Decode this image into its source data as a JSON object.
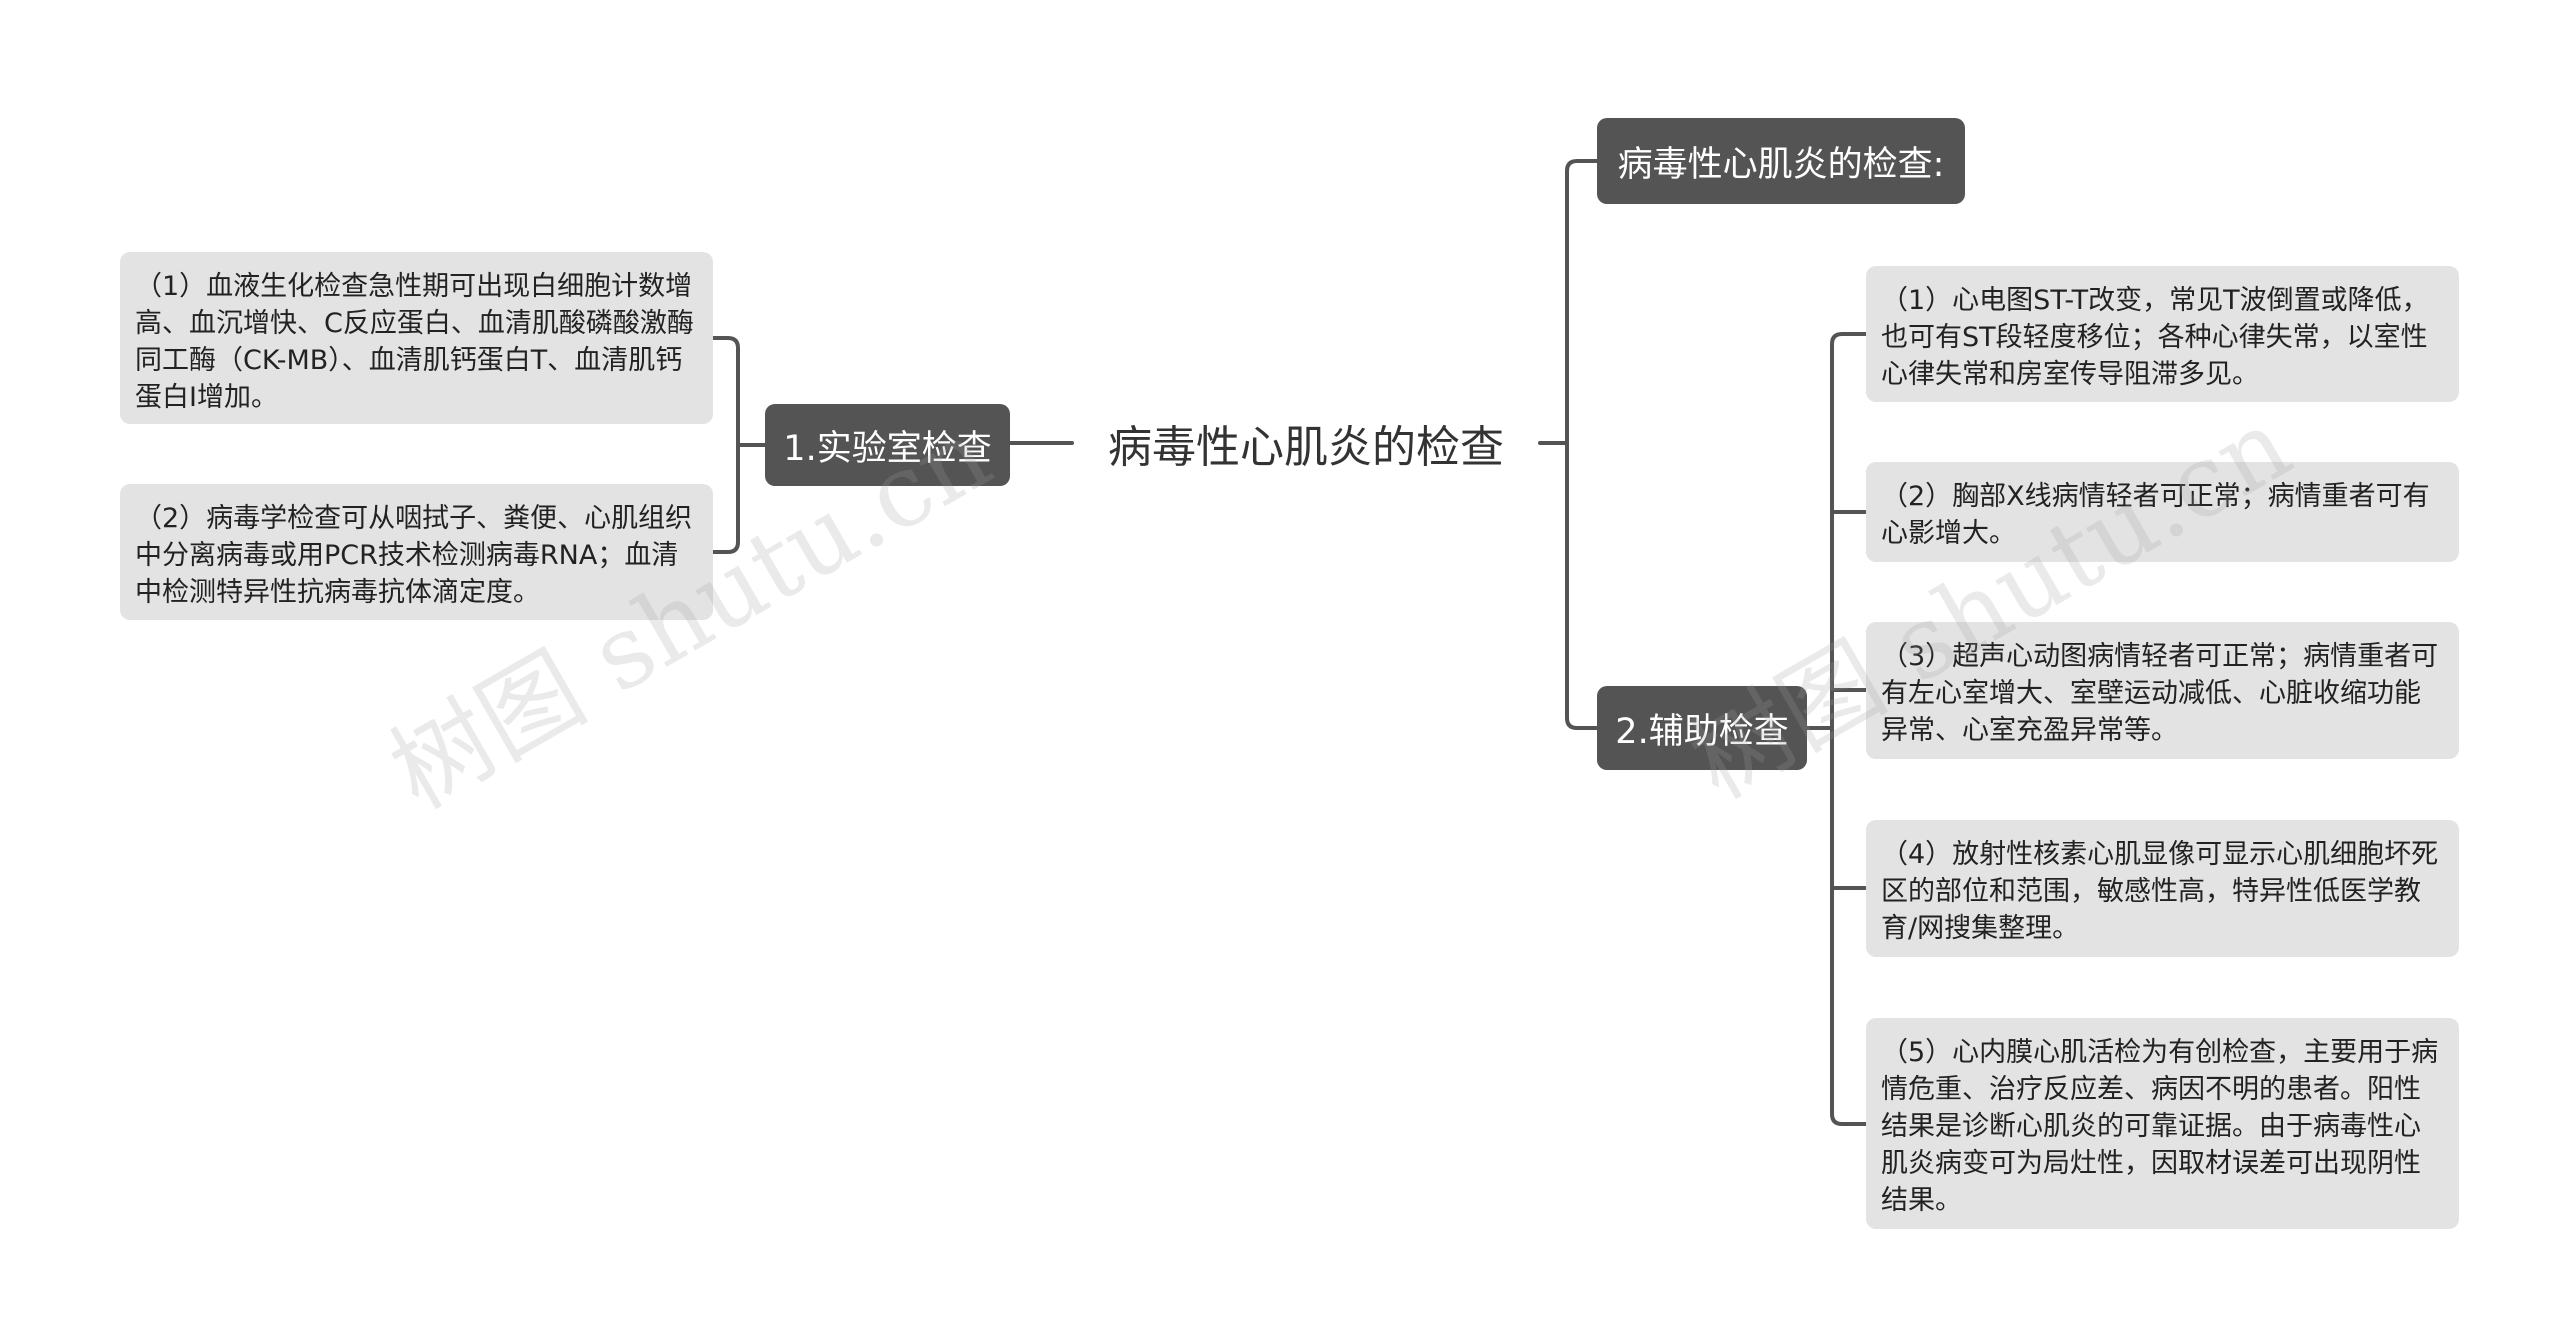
{
  "mindmap": {
    "root": "病毒性心肌炎的检查",
    "branches": {
      "lab": {
        "label": "1.实验室检查",
        "items": [
          "（1）血液生化检查急性期可出现白细胞计数增高、血沉增快、C反应蛋白、血清肌酸磷酸激酶同工酶（CK-MB）、血清肌钙蛋白T、血清肌钙蛋白I增加。",
          "（2）病毒学检查可从咽拭子、粪便、心肌组织中分离病毒或用PCR技术检测病毒RNA；血清中检测特异性抗病毒抗体滴定度。"
        ]
      },
      "heading": {
        "label": "病毒性心肌炎的检查:"
      },
      "aux": {
        "label": "2.辅助检查",
        "items": [
          "（1）心电图ST-T改变，常见T波倒置或降低，也可有ST段轻度移位；各种心律失常，以室性心律失常和房室传导阻滞多见。",
          "（2）胸部X线病情轻者可正常；病情重者可有心影增大。",
          "（3）超声心动图病情轻者可正常；病情重者可有左心室增大、室壁运动减低、心脏收缩功能异常、心室充盈异常等。",
          "（4）放射性核素心肌显像可显示心肌细胞坏死区的部位和范围，敏感性高，特异性低医学教育/网搜集整理。",
          "（5）心内膜心肌活检为有创检查，主要用于病情危重、治疗反应差、病因不明的患者。阳性结果是诊断心肌炎的可靠证据。由于病毒性心肌炎病变可为局灶性，因取材误差可出现阴性结果。"
        ]
      }
    },
    "watermark": [
      "树图 shutu.cn",
      "树图 shutu.cn"
    ],
    "colors": {
      "branch_bg": "#545454",
      "leaf_bg": "#e3e3e3",
      "line": "#545454",
      "root_text": "#333333"
    }
  }
}
